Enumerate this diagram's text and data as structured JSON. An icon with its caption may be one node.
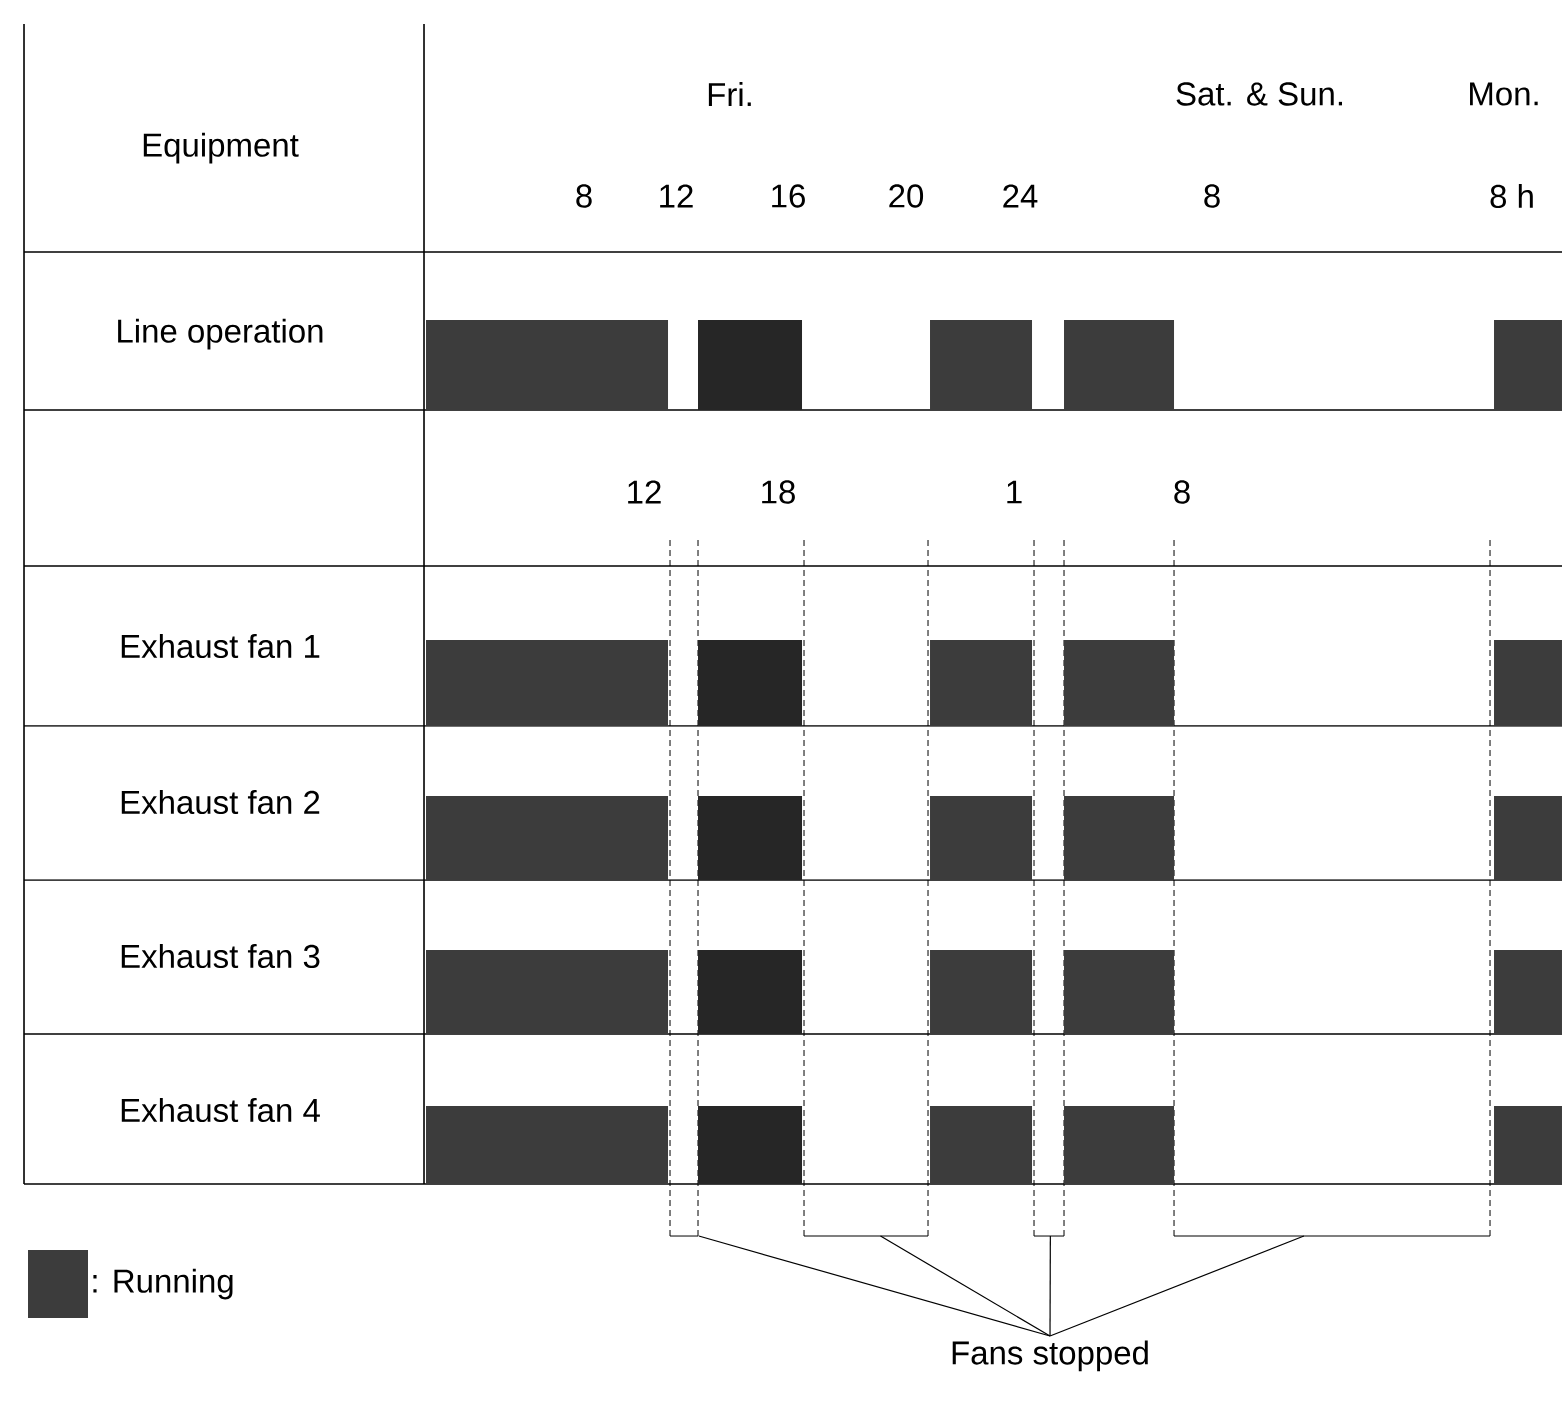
{
  "diagram": {
    "nodes": [
      {
        "text": [
          "Fans stopped"
        ]
      },
      {
        "text": [],
        "shape": "bracket"
      },
      {
        "text": [],
        "shape": "bracket"
      },
      {
        "text": [],
        "shape": "bracket"
      },
      {
        "text": [],
        "shape": "bracket"
      }
    ],
    "edges": [
      {
        "from": 0,
        "to": 1,
        "arrow": "none"
      },
      {
        "from": 0,
        "to": 2,
        "arrow": "none"
      },
      {
        "from": 0,
        "to": 3,
        "arrow": "none"
      },
      {
        "from": 0,
        "to": 4,
        "arrow": "none"
      }
    ],
    "labels": [
      "Equipment",
      "Fri.",
      "Sat. & Sun.",
      "Mon.",
      "8",
      "12",
      "16",
      "20",
      "24",
      "8",
      "8 h",
      "Line operation",
      "12",
      "18",
      "1",
      "8",
      "Exhaust fan 1",
      "Exhaust fan 2",
      "Exhaust fan 3",
      "Exhaust fan 4"
    ],
    "legend": [
      {
        "text": ": Running",
        "color": "#3c3c3c"
      }
    ]
  }
}
